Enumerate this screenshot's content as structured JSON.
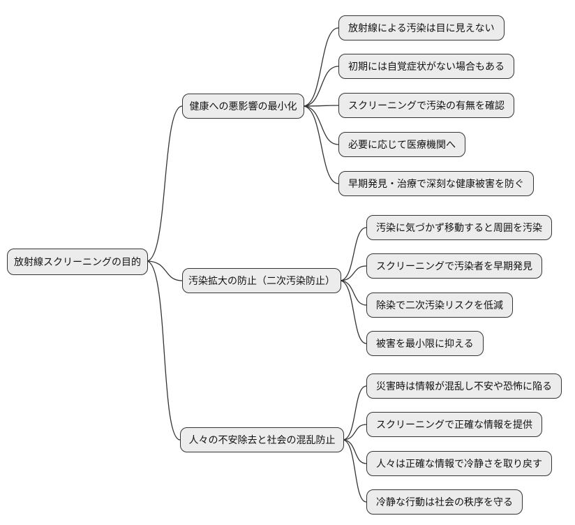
{
  "diagram": {
    "type": "mindmap",
    "direction": "left-to-right",
    "colors": {
      "node_fill": "#ececec",
      "node_border": "#333333",
      "edge": "#333333",
      "background": "#ffffff",
      "text": "#111111"
    },
    "root": {
      "label": "放射線スクリーニングの目的"
    },
    "branches": [
      {
        "label": "健康への悪影響の最小化",
        "children": [
          {
            "label": "放射線による汚染は目に見えない"
          },
          {
            "label": "初期には自覚症状がない場合もある"
          },
          {
            "label": "スクリーニングで汚染の有無を確認"
          },
          {
            "label": "必要に応じて医療機関へ"
          },
          {
            "label": "早期発見・治療で深刻な健康被害を防ぐ"
          }
        ]
      },
      {
        "label": "汚染拡大の防止（二次汚染防止）",
        "children": [
          {
            "label": "汚染に気づかず移動すると周囲を汚染"
          },
          {
            "label": "スクリーニングで汚染者を早期発見"
          },
          {
            "label": "除染で二次汚染リスクを低減"
          },
          {
            "label": "被害を最小限に抑える"
          }
        ]
      },
      {
        "label": "人々の不安除去と社会の混乱防止",
        "children": [
          {
            "label": "災害時は情報が混乱し不安や恐怖に陥る"
          },
          {
            "label": "スクリーニングで正確な情報を提供"
          },
          {
            "label": "人々は正確な情報で冷静さを取り戻す"
          },
          {
            "label": "冷静な行動は社会の秩序を守る"
          }
        ]
      }
    ]
  }
}
